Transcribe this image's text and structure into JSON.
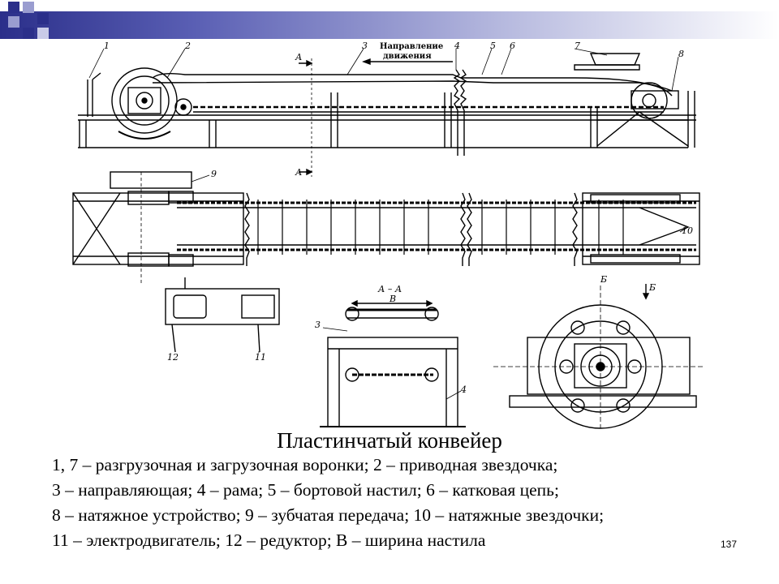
{
  "slide": {
    "title": "Пластинчатый конвейер",
    "legend": [
      "1, 7 – разгрузочная и загрузочная воронки; 2 – приводная звездочка;",
      "3 – направляющая; 4 – рама; 5 – бортовой настил; 6 – катковая цепь;",
      "8 – натяжное устройство; 9 – зубчатая передача; 10 – натяжные звездочки;",
      "11 – электродвигатель; 12 – редуктор; В – ширина настила"
    ],
    "page_number": "137"
  },
  "figure": {
    "direction_label_1": "Направление",
    "direction_label_2": "движения",
    "callouts": [
      "1",
      "2",
      "3",
      "4",
      "5",
      "6",
      "7",
      "8",
      "9",
      "10",
      "11",
      "12"
    ],
    "section_A": "А",
    "section_AA": "А – А",
    "width_B": "В",
    "section_B": "Б"
  },
  "colors": {
    "header_dark": "#2b2f8a",
    "header_light": "#b7badf",
    "square_dark": "#2b2f8a",
    "square_light": "#9a9dd0"
  }
}
